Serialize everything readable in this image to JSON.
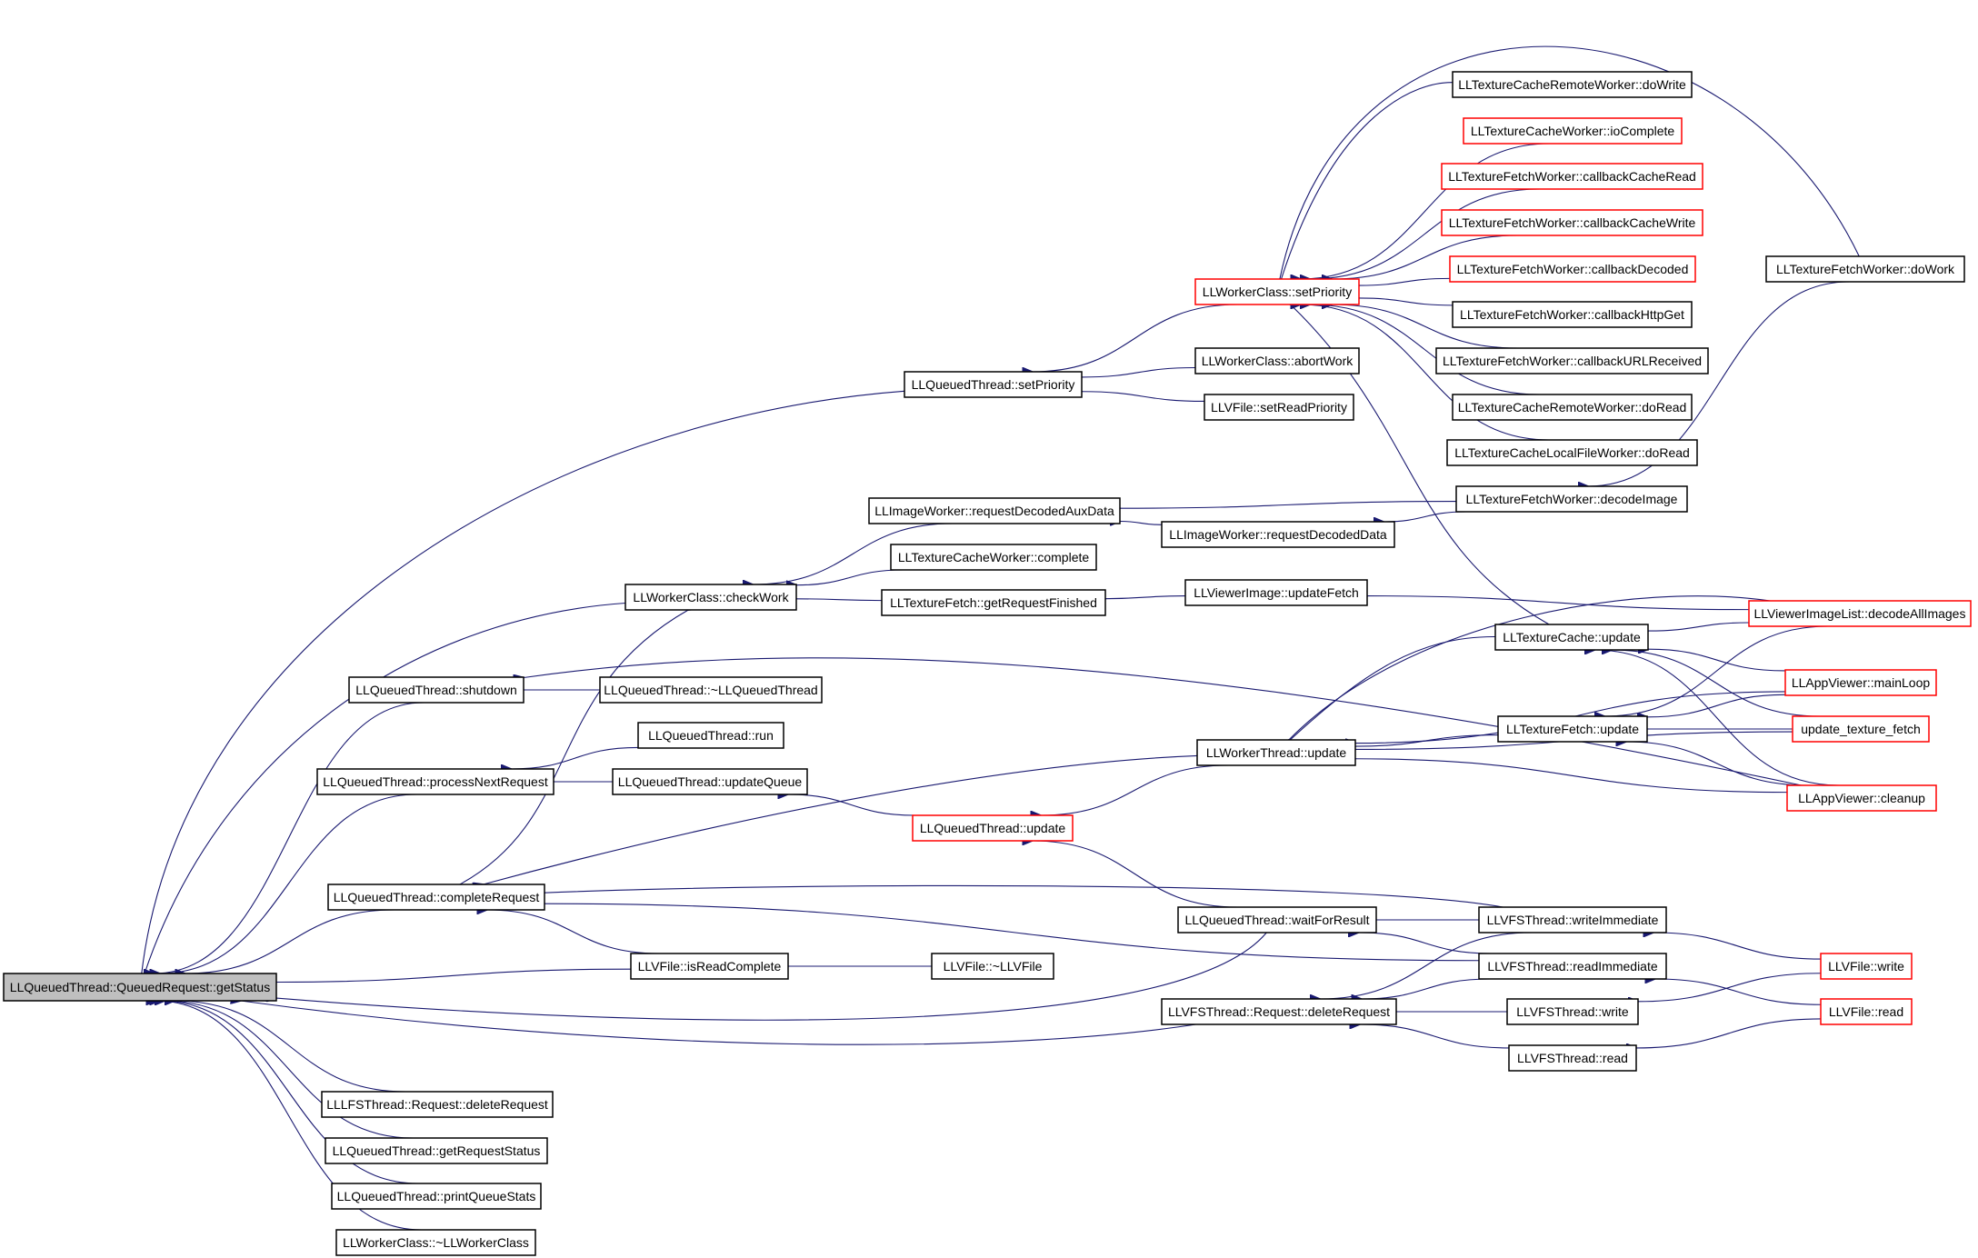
{
  "colors": {
    "edge": "#191970",
    "node_border": "#000000",
    "node_border_truncated": "#ff0000",
    "root_fill": "#bfbfbf",
    "node_fill": "#ffffff"
  },
  "nodes": {
    "root": {
      "label": "LLQueuedThread::QueuedRequest::getStatus",
      "style": "root"
    },
    "q_setpriority": {
      "label": "LLQueuedThread::setPriority",
      "style": "normal"
    },
    "q_shutdown": {
      "label": "LLQueuedThread::shutdown",
      "style": "normal"
    },
    "q_processnext": {
      "label": "LLQueuedThread::processNextRequest",
      "style": "normal"
    },
    "q_complete": {
      "label": "LLQueuedThread::completeRequest",
      "style": "normal"
    },
    "w_checkwork": {
      "label": "LLWorkerClass::checkWork",
      "style": "normal"
    },
    "vf_isreadcomplete": {
      "label": "LLVFile::isReadComplete",
      "style": "normal"
    },
    "lfs_deletereq": {
      "label": "LLLFSThread::Request::deleteRequest",
      "style": "normal"
    },
    "q_getreqstatus": {
      "label": "LLQueuedThread::getRequestStatus",
      "style": "normal"
    },
    "q_printstats": {
      "label": "LLQueuedThread::printQueueStats",
      "style": "normal"
    },
    "w_dtor": {
      "label": "LLWorkerClass::~LLWorkerClass",
      "style": "normal"
    },
    "img_reqaux": {
      "label": "LLImageWorker::requestDecodedAuxData",
      "style": "normal"
    },
    "tcw_complete": {
      "label": "LLTextureCacheWorker::complete",
      "style": "normal"
    },
    "tf_getreqfinished": {
      "label": "LLTextureFetch::getRequestFinished",
      "style": "normal"
    },
    "q_dtor": {
      "label": "LLQueuedThread::~LLQueuedThread",
      "style": "normal"
    },
    "q_run": {
      "label": "LLQueuedThread::run",
      "style": "normal"
    },
    "q_updatequeue": {
      "label": "LLQueuedThread::updateQueue",
      "style": "normal"
    },
    "vf_dtor": {
      "label": "LLVFile::~LLVFile",
      "style": "normal"
    },
    "w_setpriority": {
      "label": "LLWorkerClass::setPriority",
      "style": "truncated"
    },
    "w_abortwork": {
      "label": "LLWorkerClass::abortWork",
      "style": "normal"
    },
    "vf_setreadpriority": {
      "label": "LLVFile::setReadPriority",
      "style": "normal"
    },
    "img_reqdecoded": {
      "label": "LLImageWorker::requestDecodedData",
      "style": "normal"
    },
    "vi_updatefetch": {
      "label": "LLViewerImage::updateFetch",
      "style": "normal"
    },
    "q_update": {
      "label": "LLQueuedThread::update",
      "style": "truncated"
    },
    "wt_update": {
      "label": "LLWorkerThread::update",
      "style": "normal"
    },
    "q_waitforresult": {
      "label": "LLQueuedThread::waitForResult",
      "style": "normal"
    },
    "vfs_deletereq": {
      "label": "LLVFSThread::Request::deleteRequest",
      "style": "normal"
    },
    "tcrw_dowrite": {
      "label": "LLTextureCacheRemoteWorker::doWrite",
      "style": "normal"
    },
    "tcw_iocomplete": {
      "label": "LLTextureCacheWorker::ioComplete",
      "style": "truncated"
    },
    "tfw_cbcacheread": {
      "label": "LLTextureFetchWorker::callbackCacheRead",
      "style": "truncated"
    },
    "tfw_cbcachewrite": {
      "label": "LLTextureFetchWorker::callbackCacheWrite",
      "style": "truncated"
    },
    "tfw_cbdecoded": {
      "label": "LLTextureFetchWorker::callbackDecoded",
      "style": "truncated"
    },
    "tfw_cbhttpget": {
      "label": "LLTextureFetchWorker::callbackHttpGet",
      "style": "normal"
    },
    "tfw_cburl": {
      "label": "LLTextureFetchWorker::callbackURLReceived",
      "style": "normal"
    },
    "tcrw_doread": {
      "label": "LLTextureCacheRemoteWorker::doRead",
      "style": "normal"
    },
    "tclfw_doread": {
      "label": "LLTextureCacheLocalFileWorker::doRead",
      "style": "normal"
    },
    "tfw_decodeimage": {
      "label": "LLTextureFetchWorker::decodeImage",
      "style": "normal"
    },
    "tc_update": {
      "label": "LLTextureCache::update",
      "style": "normal"
    },
    "tf_update": {
      "label": "LLTextureFetch::update",
      "style": "normal"
    },
    "vfs_writeimm": {
      "label": "LLVFSThread::writeImmediate",
      "style": "normal"
    },
    "vfs_readimm": {
      "label": "LLVFSThread::readImmediate",
      "style": "normal"
    },
    "vfs_write": {
      "label": "LLVFSThread::write",
      "style": "normal"
    },
    "vfs_read": {
      "label": "LLVFSThread::read",
      "style": "normal"
    },
    "tfw_dowork": {
      "label": "LLTextureFetchWorker::doWork",
      "style": "normal"
    },
    "vil_decodeall": {
      "label": "LLViewerImageList::decodeAllImages",
      "style": "truncated"
    },
    "av_mainloop": {
      "label": "LLAppViewer::mainLoop",
      "style": "truncated"
    },
    "update_texture_fetch": {
      "label": "update_texture_fetch",
      "style": "truncated"
    },
    "av_cleanup": {
      "label": "LLAppViewer::cleanup",
      "style": "truncated"
    },
    "vf_write": {
      "label": "LLVFile::write",
      "style": "truncated"
    },
    "vf_read": {
      "label": "LLVFile::read",
      "style": "truncated"
    }
  }
}
